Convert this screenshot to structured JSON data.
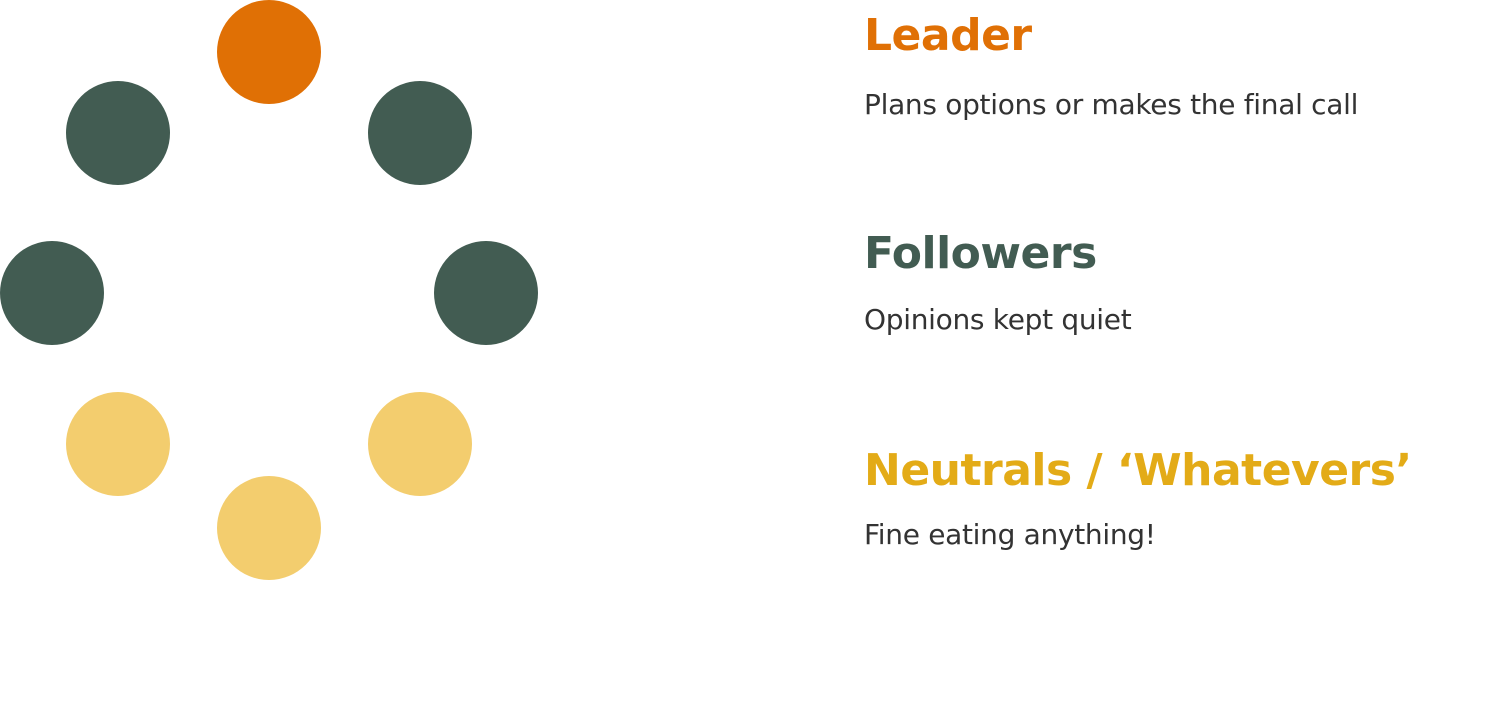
{
  "colors": {
    "leader": "#e07005",
    "follower": "#425c52",
    "neutral": "#f3cd6e",
    "neutral_title": "#e3ab17",
    "description_text": "#333333"
  },
  "diagram": {
    "people": [
      {
        "role": "leader"
      },
      {
        "role": "follower"
      },
      {
        "role": "follower"
      },
      {
        "role": "follower"
      },
      {
        "role": "follower"
      },
      {
        "role": "neutral"
      },
      {
        "role": "neutral"
      },
      {
        "role": "neutral"
      }
    ]
  },
  "legend": {
    "leader": {
      "title": "Leader",
      "description": "Plans options or makes the final call"
    },
    "followers": {
      "title": "Followers",
      "description": "Opinions kept quiet"
    },
    "neutrals": {
      "title": "Neutrals / ‘Whatevers’",
      "description": "Fine eating anything!"
    }
  }
}
